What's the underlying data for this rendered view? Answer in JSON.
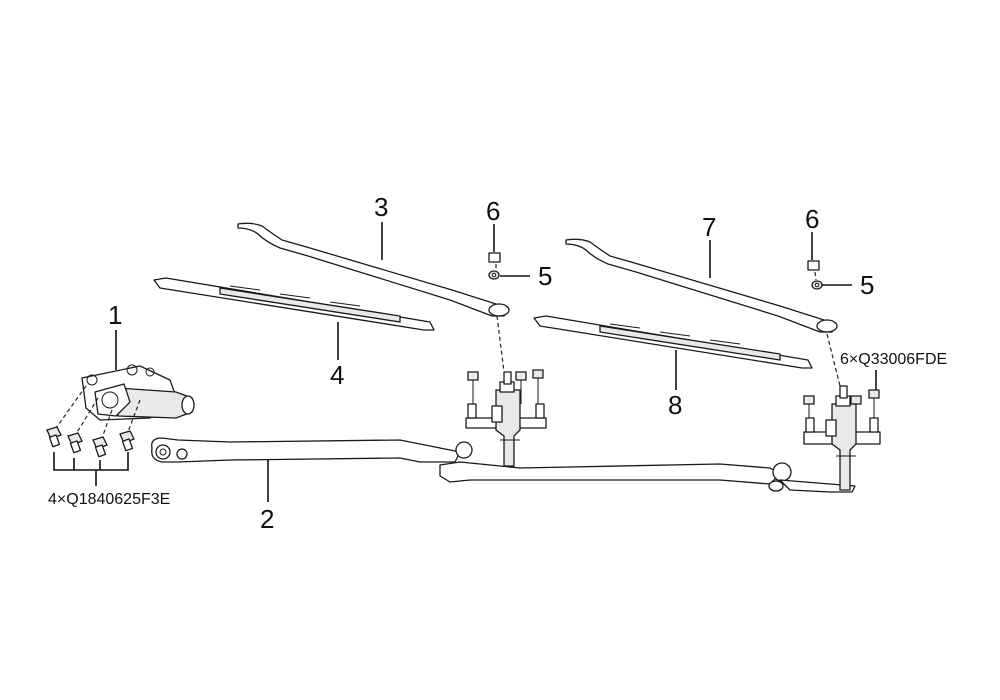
{
  "callouts": {
    "c1": "1",
    "c2": "2",
    "c3": "3",
    "c4": "4",
    "c5a": "5",
    "c5b": "5",
    "c6a": "6",
    "c6b": "6",
    "c7": "7",
    "c8": "8"
  },
  "specs": {
    "bolts_motor": "4×Q1840625F3E",
    "bolts_pivot": "6×Q33006FDE"
  }
}
